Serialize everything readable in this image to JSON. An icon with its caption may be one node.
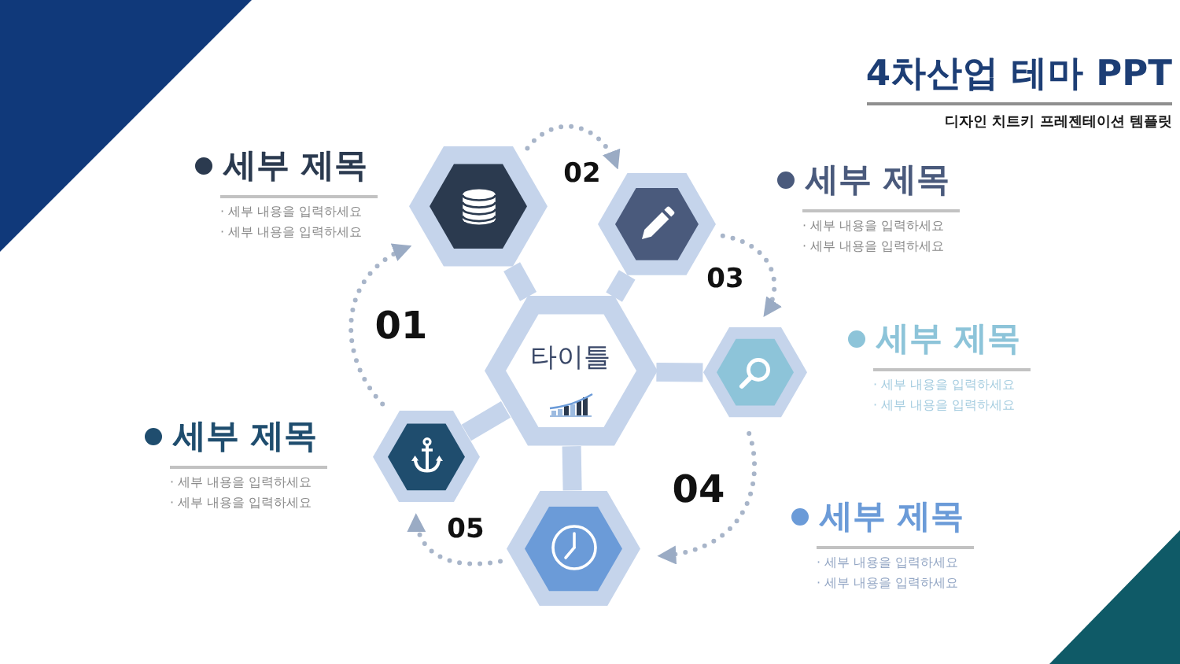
{
  "diagram": {
    "title": "4차산업 테마 PPT",
    "nodes": [
      {
        "text": [
          "타이틀"
        ]
      },
      {
        "text": [],
        "shape": "hexagon",
        "beside": [
          "세부 제목",
          "· 세부 내용을 입력하세요",
          "· 세부 내용을 입력하세요"
        ]
      },
      {
        "text": [],
        "shape": "hexagon",
        "beside": [
          "세부 제목",
          "· 세부 내용을 입력하세요",
          "· 세부 내용을 입력하세요"
        ]
      },
      {
        "text": [],
        "shape": "hexagon",
        "beside": [
          "세부 제목",
          "· 세부 내용을 입력하세요",
          "· 세부 내용을 입력하세요"
        ]
      },
      {
        "text": [],
        "shape": "hexagon",
        "beside": [
          "세부 제목",
          "· 세부 내용을 입력하세요",
          "· 세부 내용을 입력하세요"
        ]
      },
      {
        "text": [],
        "shape": "hexagon",
        "beside": [
          "세부 제목",
          "· 세부 내용을 입력하세요",
          "· 세부 내용을 입력하세요"
        ]
      }
    ],
    "edges": [
      {
        "from": 0,
        "to": 1,
        "arrow": "none",
        "style": "thick",
        "color": "#c5d4eb"
      },
      {
        "from": 0,
        "to": 2,
        "arrow": "none",
        "style": "thick",
        "color": "#c5d4eb"
      },
      {
        "from": 0,
        "to": 3,
        "arrow": "none",
        "style": "thick",
        "color": "#c5d4eb"
      },
      {
        "from": 0,
        "to": 4,
        "arrow": "none",
        "style": "thick",
        "color": "#c5d4eb"
      },
      {
        "from": 0,
        "to": 5,
        "arrow": "none",
        "style": "thick",
        "color": "#c5d4eb"
      },
      {
        "from": 5,
        "to": 1,
        "arrow": "to",
        "style": "dashed",
        "label": "01"
      },
      {
        "from": 1,
        "to": 2,
        "arrow": "to",
        "style": "dashed",
        "label": "02"
      },
      {
        "from": 2,
        "to": 3,
        "arrow": "to",
        "style": "dashed",
        "label": "03"
      },
      {
        "from": 3,
        "to": 4,
        "arrow": "to",
        "style": "dashed",
        "label": "04"
      },
      {
        "from": 4,
        "to": 5,
        "arrow": "to",
        "style": "dashed",
        "label": "05"
      }
    ],
    "labels": [
      "디자인 치트키 프레젠테이션 템플릿"
    ]
  }
}
